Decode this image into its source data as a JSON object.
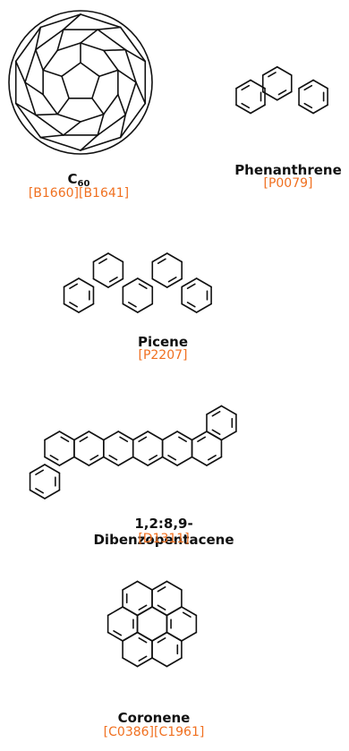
{
  "accent_color": "#F07020",
  "compounds": [
    {
      "name": "C",
      "name_sub": "60",
      "codes": "[B1660][B1641]"
    },
    {
      "name": "Phenanthrene",
      "codes": "[P0079]"
    },
    {
      "name": "Picene",
      "codes": "[P2207]"
    },
    {
      "name": "1,2:8,9-Dibenzopentacene",
      "codes": "[D1311]"
    },
    {
      "name": "Coronene",
      "codes": "[C0386][C1961]"
    }
  ]
}
